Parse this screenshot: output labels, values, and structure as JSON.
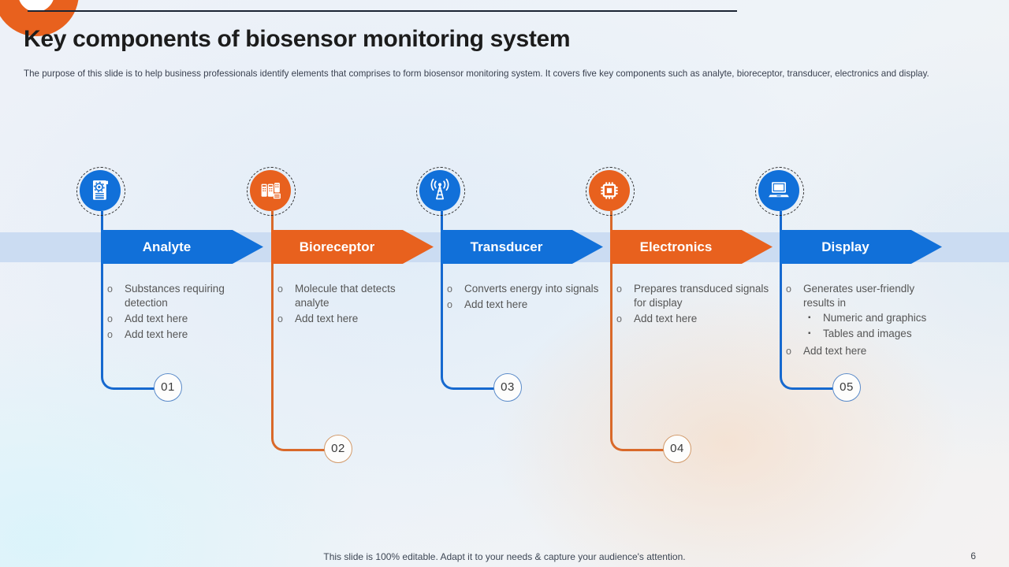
{
  "slide": {
    "title": "Key components of biosensor monitoring system",
    "subtitle": "The purpose of this slide is to help business professionals identify elements that comprises to form biosensor monitoring system. It covers five  key components such as analyte, bioreceptor, transducer, electronics and display.",
    "footer": "This slide is 100% editable. Adapt it to your needs & capture your audience's attention.",
    "page_number": "6"
  },
  "colors": {
    "blue": "#1170d9",
    "orange": "#e8611e",
    "band_blue": "#cbdcf2",
    "title_text": "#1c1c1c",
    "body_text": "#555555",
    "header_line": "#1b2433"
  },
  "components": [
    {
      "number": "01",
      "label": "Analyte",
      "color": "blue",
      "icon": "document-gear-icon",
      "items": [
        {
          "text": "Substances requiring detection"
        },
        {
          "text": "Add text here"
        },
        {
          "text": "Add text here"
        }
      ]
    },
    {
      "number": "02",
      "label": "Bioreceptor",
      "color": "orange",
      "icon": "devices-icon",
      "items": [
        {
          "text": "Molecule that detects analyte"
        },
        {
          "text": "Add text here"
        }
      ]
    },
    {
      "number": "03",
      "label": "Transducer",
      "color": "blue",
      "icon": "antenna-signal-icon",
      "items": [
        {
          "text": "Converts energy into signals"
        },
        {
          "text": "Add text here"
        }
      ]
    },
    {
      "number": "04",
      "label": "Electronics",
      "color": "orange",
      "icon": "chip-icon",
      "items": [
        {
          "text": "Prepares transduced signals for display"
        },
        {
          "text": "Add text here"
        }
      ]
    },
    {
      "number": "05",
      "label": "Display",
      "color": "blue",
      "icon": "laptop-icon",
      "items": [
        {
          "text": "Generates user-friendly results in",
          "subs": [
            "Numeric and graphics",
            "Tables and images"
          ]
        },
        {
          "text": "Add text here"
        }
      ]
    }
  ]
}
